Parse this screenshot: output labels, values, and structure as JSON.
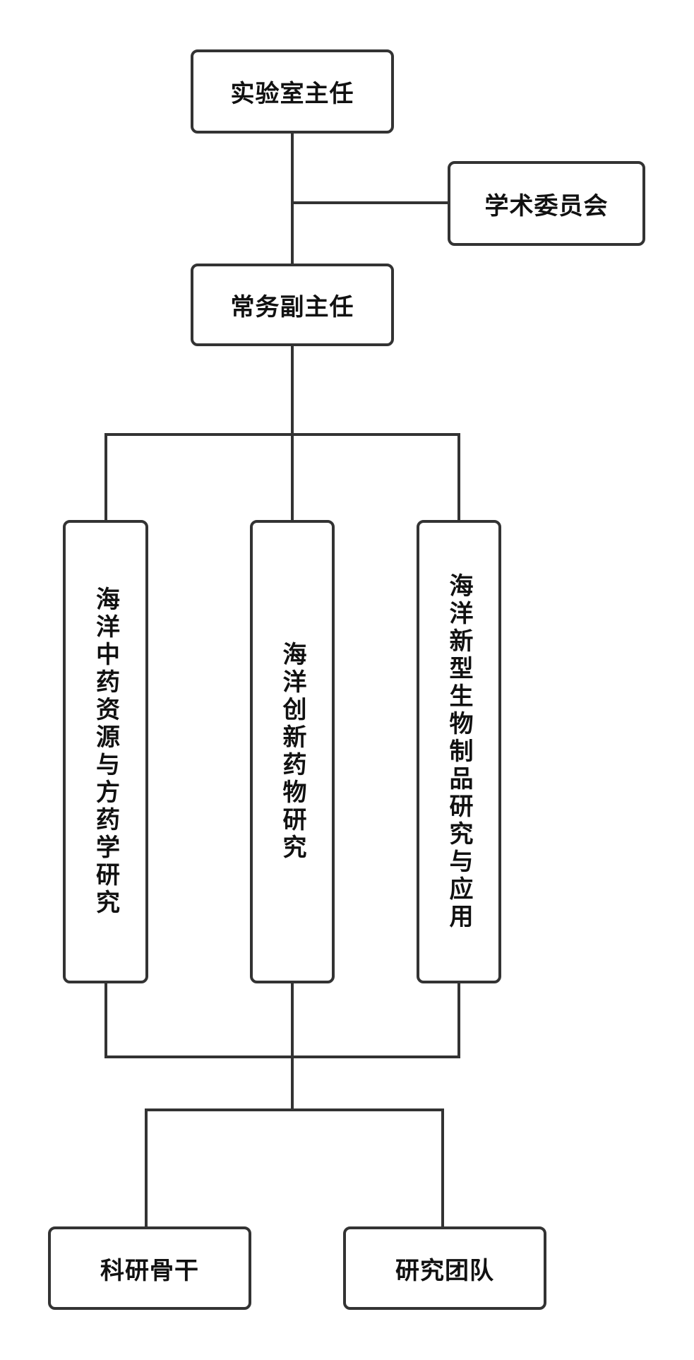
{
  "diagram": {
    "nodes": {
      "director": "实验室主任",
      "academic_committee": "学术委员会",
      "executive_deputy_director": "常务副主任",
      "division_tcm": "海洋中药资源与方药学研究",
      "division_drug": "海洋创新药物研究",
      "division_bio": "海洋新型生物制品研究与应用",
      "research_backbone": "科研骨干",
      "research_team": "研究团队"
    },
    "edges": [
      [
        "director",
        "executive_deputy_director"
      ],
      [
        "director",
        "academic_committee"
      ],
      [
        "executive_deputy_director",
        "division_tcm"
      ],
      [
        "executive_deputy_director",
        "division_drug"
      ],
      [
        "executive_deputy_director",
        "division_bio"
      ],
      [
        "division_tcm",
        "research_backbone"
      ],
      [
        "division_drug",
        "research_backbone"
      ],
      [
        "division_bio",
        "research_backbone"
      ],
      [
        "division_tcm",
        "research_team"
      ],
      [
        "division_drug",
        "research_team"
      ],
      [
        "division_bio",
        "research_team"
      ]
    ],
    "colors": {
      "stroke": "#333333",
      "fill": "#ffffff",
      "text": "#111111"
    }
  }
}
